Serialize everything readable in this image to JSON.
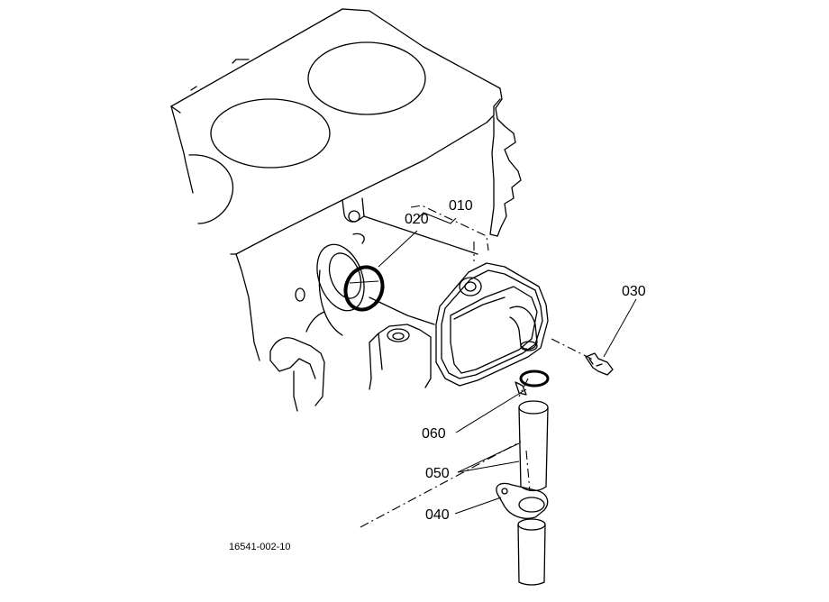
{
  "callouts": [
    {
      "id": "010",
      "label": "010"
    },
    {
      "id": "020",
      "label": "020"
    },
    {
      "id": "030",
      "label": "030"
    },
    {
      "id": "040",
      "label": "040"
    },
    {
      "id": "050",
      "label": "050"
    },
    {
      "id": "060",
      "label": "060"
    }
  ],
  "reference_number": "16541-002-10"
}
